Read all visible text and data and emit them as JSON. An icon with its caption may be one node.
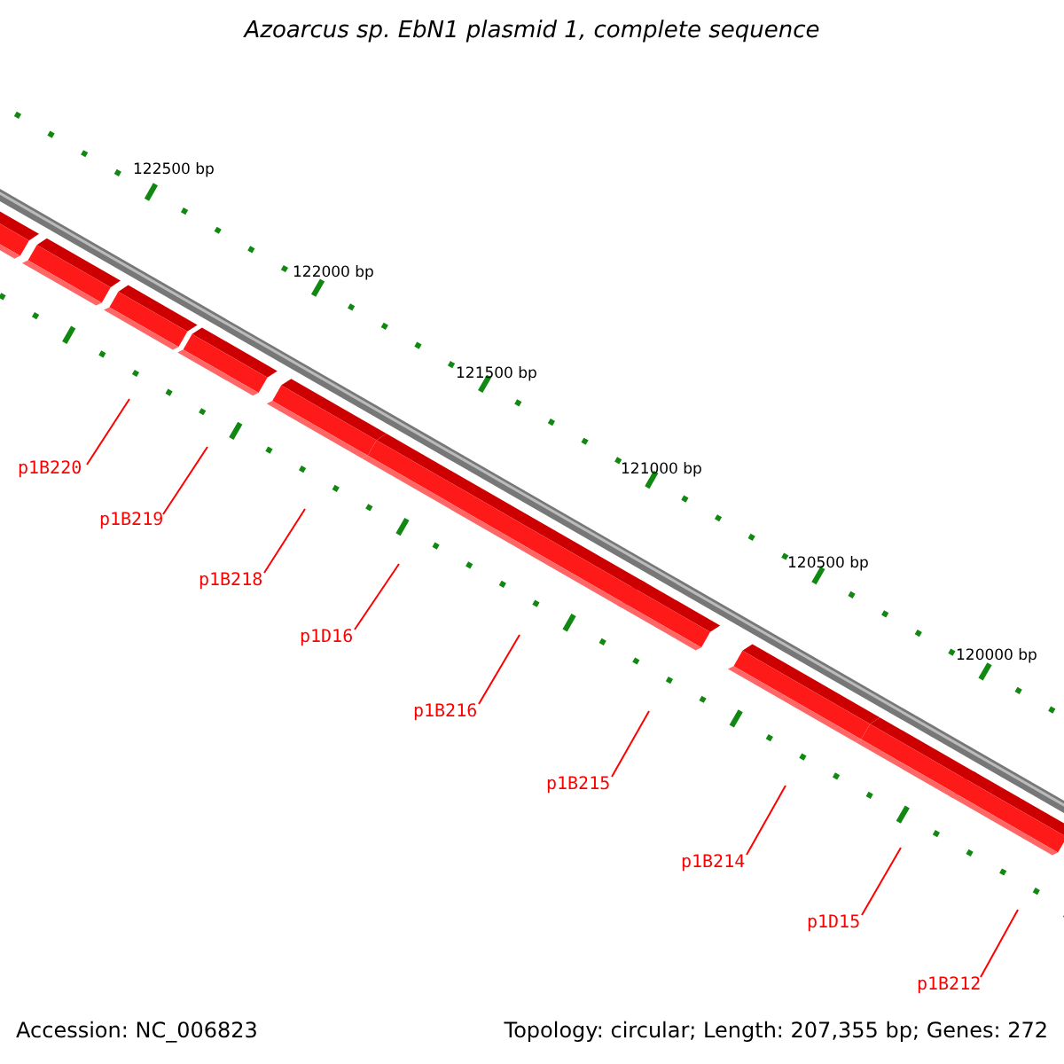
{
  "diagram": {
    "title": "Azoarcus sp. EbN1 plasmid 1, complete sequence",
    "nodes": [
      {
        "text": [
          "p1B220"
        ]
      },
      {
        "text": [
          "p1B219"
        ]
      },
      {
        "text": [
          "p1B218"
        ]
      },
      {
        "text": [
          "p1D16"
        ]
      },
      {
        "text": [
          "p1B216"
        ]
      },
      {
        "text": [
          "p1B215"
        ]
      },
      {
        "text": [
          "p1B214"
        ]
      },
      {
        "text": [
          "p1D15"
        ]
      },
      {
        "text": [
          "p1B212"
        ]
      }
    ],
    "edges": [
      {
        "from": 0,
        "to": null,
        "arrow": "none"
      },
      {
        "from": 1,
        "to": null,
        "arrow": "none"
      },
      {
        "from": 2,
        "to": null,
        "arrow": "none"
      },
      {
        "from": 3,
        "to": null,
        "arrow": "none"
      },
      {
        "from": 4,
        "to": null,
        "arrow": "none"
      },
      {
        "from": 5,
        "to": null,
        "arrow": "none"
      },
      {
        "from": 6,
        "to": null,
        "arrow": "none"
      },
      {
        "from": 7,
        "to": null,
        "arrow": "none"
      },
      {
        "from": 8,
        "to": null,
        "arrow": "none"
      }
    ],
    "labels": [
      "122500 bp",
      "122000 bp",
      "121500 bp",
      "121000 bp",
      "120500 bp",
      "120000 bp",
      "Accession: NC_006823",
      "Topology: circular; Length: 207,355 bp; Genes: 272"
    ]
  }
}
